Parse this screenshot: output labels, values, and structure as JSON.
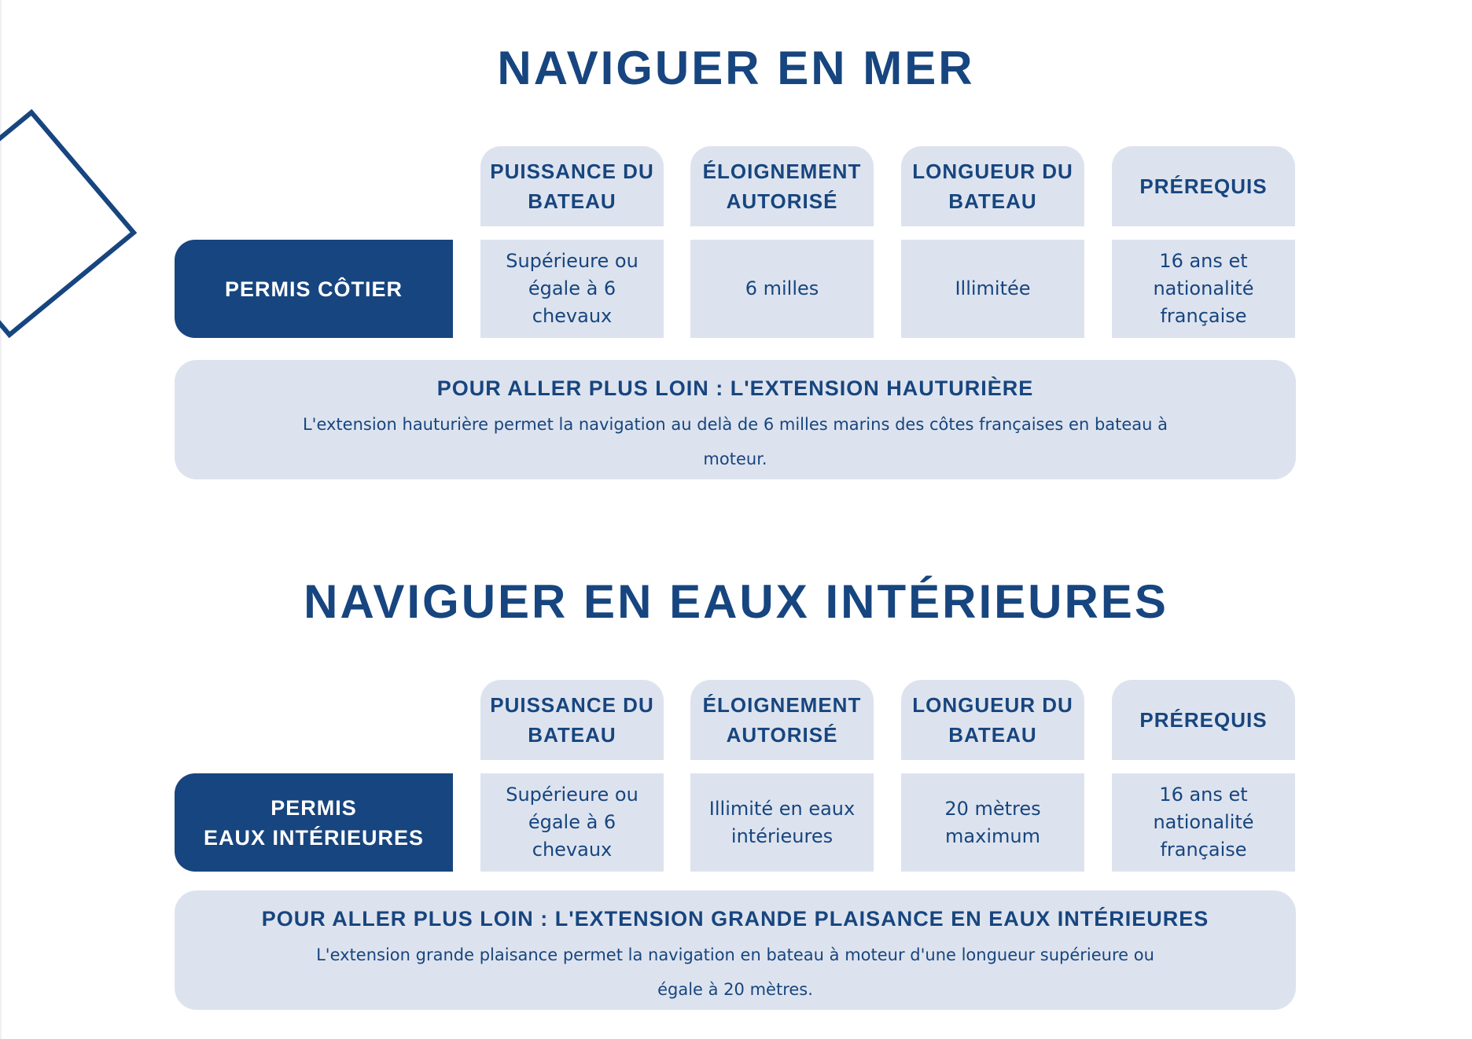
{
  "colors": {
    "primary": "#17457f",
    "light": "#dde3ee"
  },
  "sections": [
    {
      "title": "NAVIGUER EN MER",
      "headers": [
        "PUISSANCE DU BATEAU",
        "ÉLOIGNEMENT AUTORISÉ",
        "LONGUEUR DU BATEAU",
        "PRÉREQUIS"
      ],
      "permit": "PERMIS CÔTIER",
      "values": [
        "Supérieure ou égale à 6 chevaux",
        "6 milles",
        "Illimitée",
        "16 ans et nationalité française"
      ],
      "extension": {
        "title": "POUR ALLER PLUS LOIN : L'EXTENSION HAUTURIÈRE",
        "text": "L'extension hauturière permet la navigation au delà de 6 milles marins des côtes françaises en bateau à moteur."
      }
    },
    {
      "title": "NAVIGUER EN EAUX INTÉRIEURES",
      "headers": [
        "PUISSANCE DU BATEAU",
        "ÉLOIGNEMENT AUTORISÉ",
        "LONGUEUR DU BATEAU",
        "PRÉREQUIS"
      ],
      "permit": "PERMIS\nEAUX INTÉRIEURES",
      "values": [
        "Supérieure ou égale à 6 chevaux",
        "Illimité en eaux intérieures",
        "20 mètres maximum",
        "16 ans et nationalité française"
      ],
      "extension": {
        "title": "POUR ALLER PLUS LOIN : L'EXTENSION GRANDE PLAISANCE EN EAUX INTÉRIEURES",
        "text": "L'extension grande plaisance permet la navigation en bateau à moteur d'une longueur supérieure ou égale à 20 mètres."
      }
    }
  ]
}
